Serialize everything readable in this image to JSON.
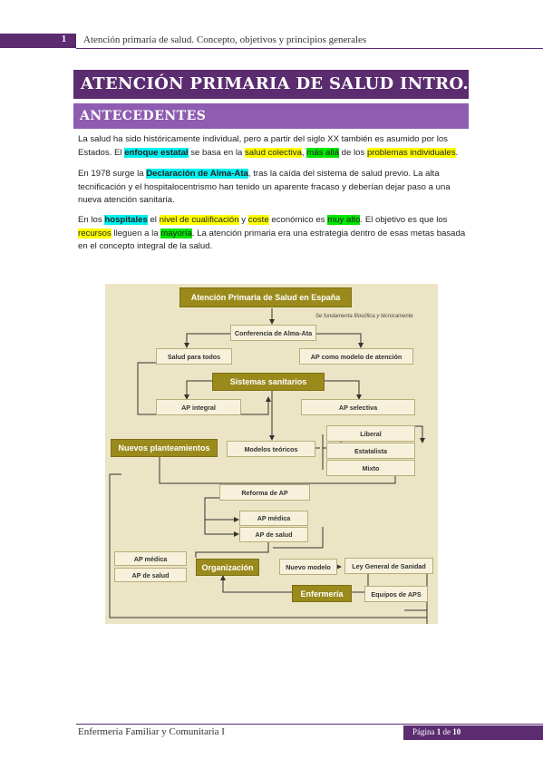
{
  "header": {
    "page_number": "1",
    "running_title": "Atención primaria de salud. Concepto, objetivos y principios generales"
  },
  "title": "ATENCIÓN PRIMARIA DE SALUD INTRO.",
  "section": "ANTECEDENTES",
  "paragraphs": {
    "p1": {
      "t1": "La salud ha sido históricamente individual, pero a partir del siglo XX también es asumido por los Estados. El ",
      "h1": "enfoque estatal",
      "t2": " se basa en la ",
      "h2": "salud colectiva",
      "t3": ", ",
      "h3": "más allá",
      "t4": " de los ",
      "h4": "problemas individuales",
      "t5": "."
    },
    "p2": {
      "t1": "En 1978 surge la ",
      "h1": "Declaración de Alma-Ata",
      "t2": ", tras la caída del sistema de salud previo. La alta tecnificación y el hospitalocentrismo han tenido un aparente fracaso y deberían dejar paso a una nueva atención sanitaria."
    },
    "p3": {
      "t1": "En los ",
      "h1": "hospitales",
      "t2": " el ",
      "h2": "nivel de cualificación",
      "t3": " y ",
      "h3": "coste",
      "t4": " económico es ",
      "h4": "muy alto",
      "t5": ". El objetivo es que los ",
      "h5": "recursos",
      "t6": " lleguen a la ",
      "h6": "mayoría",
      "t7": ". La atención primaria era una estrategia dentro de esas metas basada en el concepto integral de la salud."
    }
  },
  "diagram": {
    "main": "Atención Primaria de Salud en España",
    "note": "Se fundamenta filosófica y técnicamente",
    "alma_ata": "Conferencia de Alma-Ata",
    "salud_todos": "Salud para todos",
    "ap_modelo": "AP como modelo de atención",
    "sistemas": "Sistemas sanitarios",
    "ap_integral": "AP integral",
    "ap_selectiva": "AP selectiva",
    "nuevos": "Nuevos planteamientos",
    "modelos": "Modelos teóricos",
    "liberal": "Liberal",
    "estatalista": "Estatalista",
    "mixto": "Mixto",
    "reforma": "Reforma de AP",
    "ap_medica": "AP médica",
    "ap_salud": "AP de salud",
    "ap_medica_2": "AP médica",
    "ap_salud_2": "AP de salud",
    "organizacion": "Organización",
    "nuevo_modelo": "Nuevo modelo",
    "ley": "Ley General de Sanidad",
    "enfermeria": "Enfermería",
    "equipos": "Equipos de APS"
  },
  "footer": {
    "left": "Enfermería Familiar y Comunitaria I",
    "page_prefix": "Página ",
    "page_current": "1",
    "page_sep": " de ",
    "page_total": "10"
  }
}
